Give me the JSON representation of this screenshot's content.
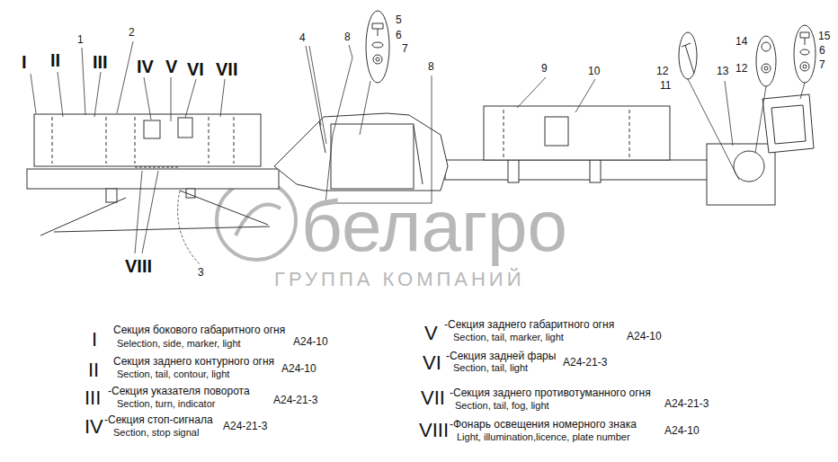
{
  "diagram": {
    "labels": [
      "I",
      "II",
      "III",
      "IV",
      "V",
      "VI",
      "VII",
      "VIII",
      "1",
      "2",
      "3",
      "4",
      "8",
      "5",
      "6",
      "7",
      "8",
      "9",
      "10",
      "12",
      "11",
      "13",
      "14",
      "12",
      "15",
      "6",
      "7",
      "белагро",
      "ГРУППА КОМПАНИЙ",
      "I",
      "Секция бокового габаритного огня",
      "Selection, side, marker, light",
      "A24-10",
      "II",
      "Секция заднего контурного огня",
      "Section, tail, contour, light",
      "A24-10",
      "III",
      "-Секция указателя поворота",
      "Section, turn, indicator",
      "A24-21-3",
      "IV",
      "-Секция стоп-сигнала",
      "Section, stop signal",
      "A24-21-3",
      "V",
      "-Секция заднего габаритного огня",
      "Section, tail, marker, light",
      "A24-10",
      "VI",
      "-Секция задней фары",
      "Section, tail, light",
      "A24-21-3",
      "VII",
      "-Секция заднего противотуманного огня",
      "Section, tail, fog, light",
      "A24-21-3",
      "VIII",
      "-Фонарь освещения номерного знака",
      "Light, illumination,licence, plate number",
      "A24-10"
    ]
  }
}
